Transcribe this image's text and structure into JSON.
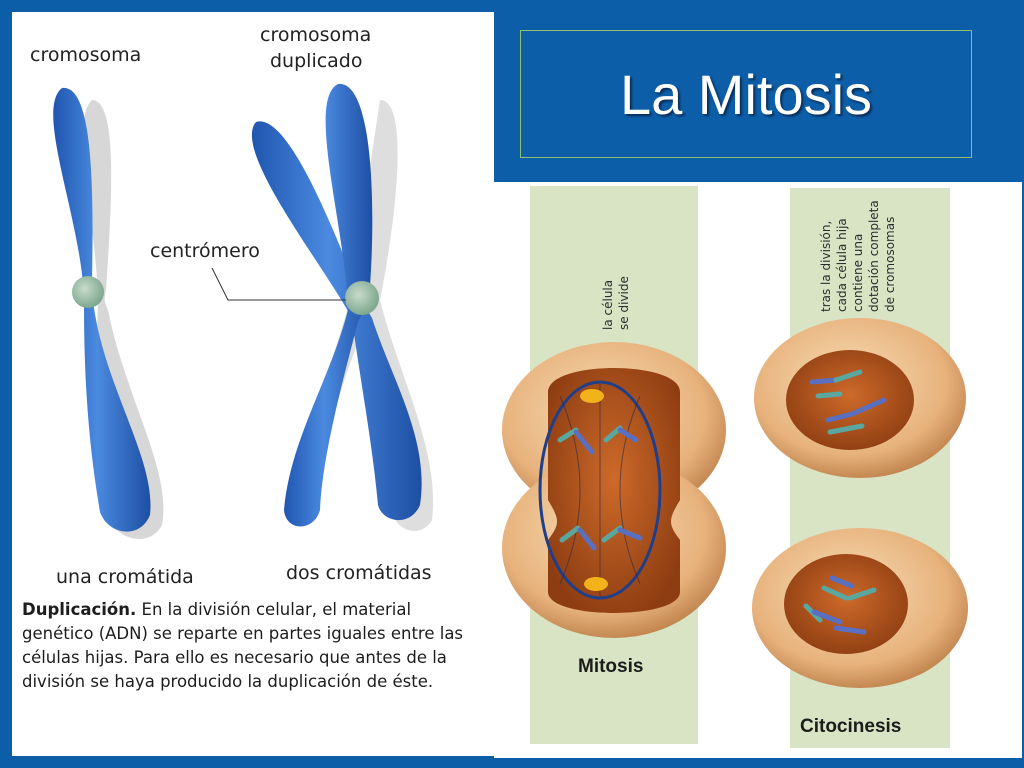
{
  "slide": {
    "title": "La Mitosis"
  },
  "left_figure": {
    "label_chromosome": "cromosoma",
    "label_duplicated_line1": "cromosoma",
    "label_duplicated_line2": "duplicado",
    "label_centromere": "centrómero",
    "label_one_chromatid": "una cromátida",
    "label_two_chromatids": "dos cromátidas",
    "caption_bold": "Duplicación.",
    "caption_text": " En la división celular, el material genético (ADN) se reparte en partes iguales entre las células hijas. Para ello es necesario que antes de la división se haya producido la duplicación de éste."
  },
  "right_figure": {
    "strip1_line1": "la célula",
    "strip1_line2": "se divide",
    "strip2_line1": "tras la división,",
    "strip2_line2": "cada célula hija",
    "strip2_line3": "contiene una",
    "strip2_line4": "dotación completa",
    "strip2_line5": "de cromosomas",
    "label_mitosis": "Mitosis",
    "label_cytokinesis": "Citocinesis"
  },
  "colors": {
    "background": "#0d5ea8",
    "chromosome": "#2f6fc9",
    "centromere": "#9bbfa6",
    "strip": "#d7e3c3",
    "cell_outer": "#e8b07a",
    "cell_inner": "#b8561d"
  }
}
